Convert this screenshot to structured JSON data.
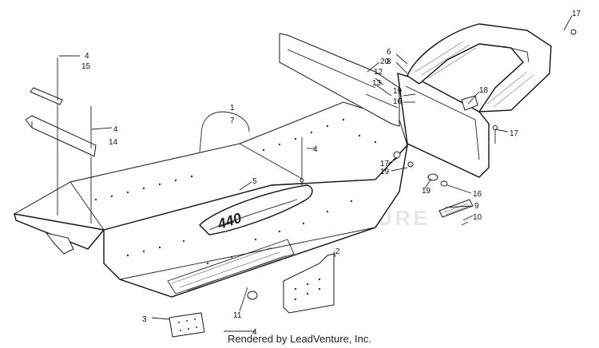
{
  "watermark": "LEADVENTURE",
  "footer": "Rendered by LeadVenture, Inc.",
  "badge_text": "440",
  "callouts": [
    {
      "id": "c1",
      "label": "1"
    },
    {
      "id": "c2",
      "label": "2"
    },
    {
      "id": "c3",
      "label": "3"
    },
    {
      "id": "c4a",
      "label": "4"
    },
    {
      "id": "c4b",
      "label": "4"
    },
    {
      "id": "c4c",
      "label": "4"
    },
    {
      "id": "c4d",
      "label": "4"
    },
    {
      "id": "c5",
      "label": "5"
    },
    {
      "id": "c6",
      "label": "6"
    },
    {
      "id": "c7",
      "label": "7"
    },
    {
      "id": "c8",
      "label": "8"
    },
    {
      "id": "c9",
      "label": "9"
    },
    {
      "id": "c10",
      "label": "10"
    },
    {
      "id": "c11",
      "label": "11"
    },
    {
      "id": "c12",
      "label": "12"
    },
    {
      "id": "c13",
      "label": "13"
    },
    {
      "id": "c14",
      "label": "14"
    },
    {
      "id": "c15",
      "label": "15"
    },
    {
      "id": "c16a",
      "label": "16"
    },
    {
      "id": "c16b",
      "label": "16"
    },
    {
      "id": "c17a",
      "label": "17"
    },
    {
      "id": "c17b",
      "label": "17"
    },
    {
      "id": "c17c",
      "label": "17"
    },
    {
      "id": "c18",
      "label": "18"
    },
    {
      "id": "c19a",
      "label": "19"
    },
    {
      "id": "c19b",
      "label": "19"
    },
    {
      "id": "c19c",
      "label": "19"
    },
    {
      "id": "c20",
      "label": "20"
    }
  ]
}
